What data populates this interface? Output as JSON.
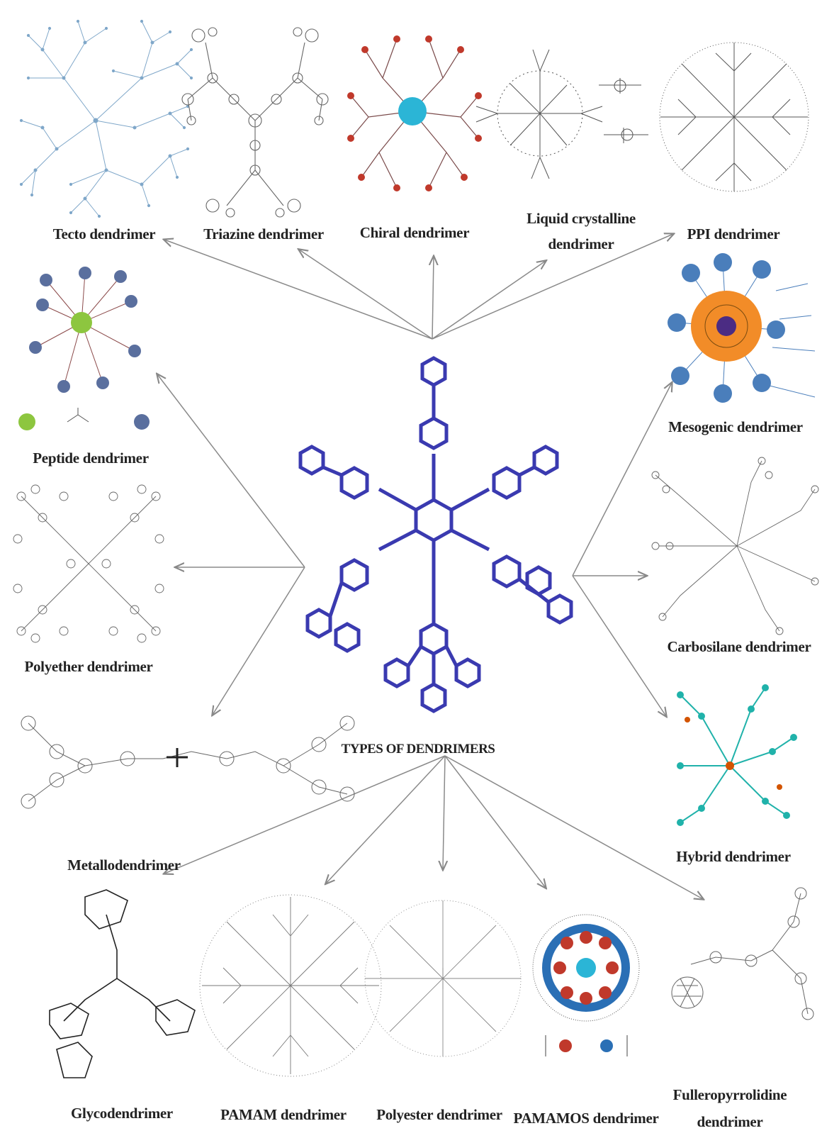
{
  "center": {
    "title": "TYPES OF DENDRIMERS"
  },
  "labels": {
    "tecto": "Tecto dendrimer",
    "triazine": "Triazine dendrimer",
    "chiral": "Chiral dendrimer",
    "liquid_line1": "Liquid crystalline",
    "liquid_line2": "dendrimer",
    "ppi": "PPI dendrimer",
    "peptide": "Peptide dendrimer",
    "mesogenic": "Mesogenic dendrimer",
    "polyether": "Polyether dendrimer",
    "carbosilane": "Carbosilane dendrimer",
    "metallo": "Metallodendrimer",
    "hybrid": "Hybrid dendrimer",
    "glyco": "Glycodendrimer",
    "pamam": "PAMAM dendrimer",
    "polyester": "Polyester dendrimer",
    "pamamos": "PAMAMOS dendrimer",
    "fullero_line1": "Fulleropyrrolidine",
    "fullero_line2": "dendrimer"
  },
  "colors": {
    "core_molecule": "#3a3ab0",
    "chiral_core": "#2bb5d6",
    "chiral_tips": "#c0392b",
    "peptide_core": "#8dc63f",
    "peptide_nodes": "#5a6f9e",
    "mesogenic_shell": "#f28c28",
    "mesogenic_core": "#4b2c83",
    "mesogenic_nodes": "#4a7ebb",
    "hybrid_atoms": "#20b2aa",
    "pamamos_blue": "#2a6fb5",
    "pamamos_red": "#c0392b",
    "arrow": "#888888",
    "line_art": "#555555"
  }
}
